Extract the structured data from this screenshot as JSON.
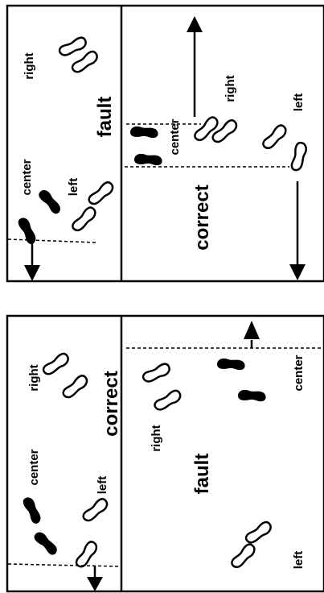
{
  "colors": {
    "ink": "#000000",
    "paper": "#ffffff"
  },
  "panels": {
    "top": {
      "left_section": {
        "outcome": "fault",
        "labels": {
          "right": "right",
          "center": "center",
          "left": "left"
        }
      },
      "right_section": {
        "outcome": "correct",
        "labels": {
          "right": "right",
          "center": "center",
          "left": "left"
        }
      }
    },
    "bottom": {
      "left_section": {
        "outcome": "correct",
        "labels": {
          "right": "right",
          "center": "center",
          "left": "left"
        }
      },
      "right_section": {
        "outcome": "fault",
        "labels": {
          "right": "right",
          "center": "center",
          "left": "left"
        }
      }
    }
  },
  "icons": [
    "arrow-down-icon",
    "arrow-up-icon",
    "footprint-filled-icon",
    "footprint-outline-icon"
  ]
}
